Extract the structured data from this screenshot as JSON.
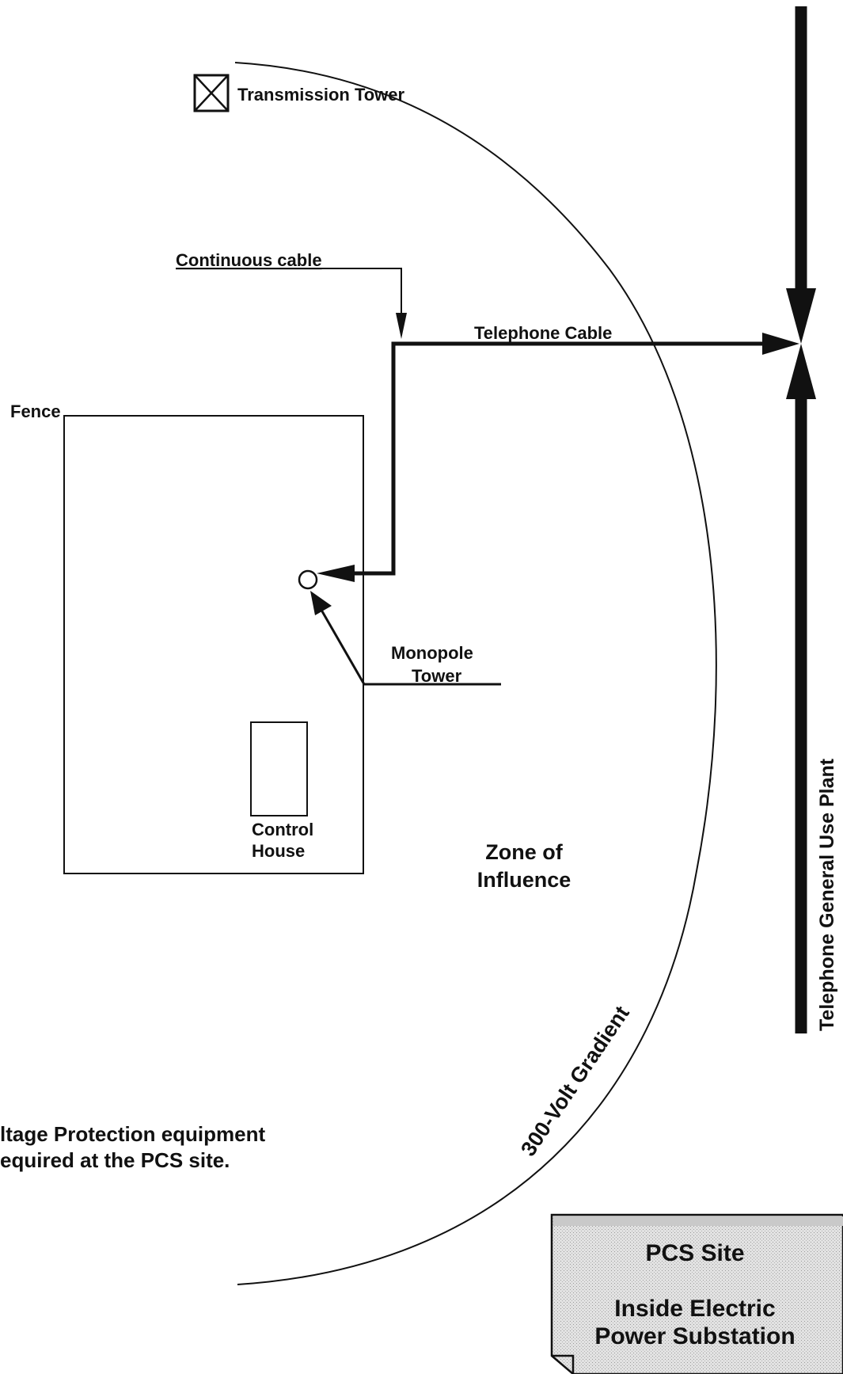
{
  "labels": {
    "transmission_tower": "Transmission Tower",
    "continuous_cable": "Continuous cable",
    "telephone_cable": "Telephone Cable",
    "fence": "Fence",
    "monopole_line1": "Monopole",
    "monopole_line2": "Tower",
    "control_house_line1": "Control",
    "control_house_line2": "House",
    "zone_line1": "Zone of",
    "zone_line2": "Influence",
    "gradient": "300-Volt Gradient",
    "telephone_plant": "Telephone General Use Plant",
    "note_line1": "ltage Protection equipment",
    "note_line2": "equired at the PCS site."
  },
  "site_box": {
    "title": "PCS Site",
    "subtitle_line1": "Inside Electric",
    "subtitle_line2": "Power Substation"
  },
  "colors": {
    "ink": "#111111",
    "background": "#ffffff",
    "box_fill": "#d6d6d6"
  }
}
